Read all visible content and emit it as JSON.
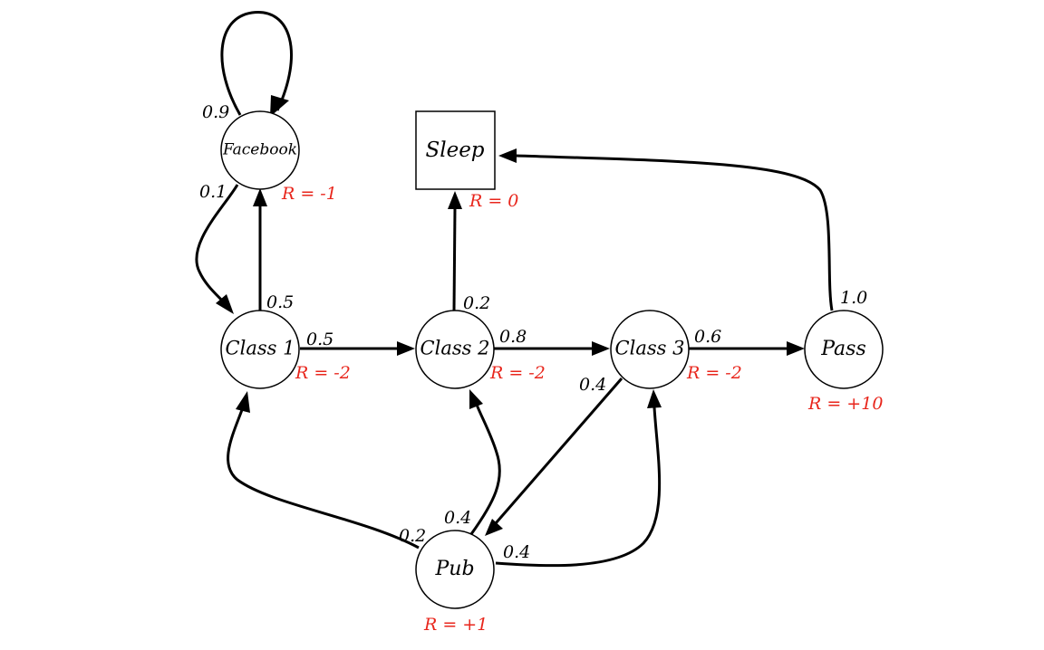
{
  "colors": {
    "reward": "#e8261c",
    "stroke": "#000000"
  },
  "nodes": {
    "facebook": {
      "label": "Facebook",
      "reward": "R = -1"
    },
    "sleep": {
      "label": "Sleep",
      "reward": "R = 0"
    },
    "class1": {
      "label": "Class 1",
      "reward": "R = -2"
    },
    "class2": {
      "label": "Class 2",
      "reward": "R = -2"
    },
    "class3": {
      "label": "Class 3",
      "reward": "R = -2"
    },
    "pass": {
      "label": "Pass",
      "reward": "R = +10"
    },
    "pub": {
      "label": "Pub",
      "reward": "R = +1"
    }
  },
  "edges": {
    "facebook_self": {
      "from": "Facebook",
      "to": "Facebook",
      "prob": "0.9"
    },
    "facebook_class1": {
      "from": "Facebook",
      "to": "Class 1",
      "prob": "0.1"
    },
    "class1_facebook": {
      "from": "Class 1",
      "to": "Facebook",
      "prob": "0.5"
    },
    "class1_class2": {
      "from": "Class 1",
      "to": "Class 2",
      "prob": "0.5"
    },
    "class2_sleep": {
      "from": "Class 2",
      "to": "Sleep",
      "prob": "0.2"
    },
    "class2_class3": {
      "from": "Class 2",
      "to": "Class 3",
      "prob": "0.8"
    },
    "class3_pass": {
      "from": "Class 3",
      "to": "Pass",
      "prob": "0.6"
    },
    "class3_pub": {
      "from": "Class 3",
      "to": "Pub",
      "prob": "0.4"
    },
    "pass_sleep": {
      "from": "Pass",
      "to": "Sleep",
      "prob": "1.0"
    },
    "pub_class1": {
      "from": "Pub",
      "to": "Class 1",
      "prob": "0.2"
    },
    "pub_class2": {
      "from": "Pub",
      "to": "Class 2",
      "prob": "0.4"
    },
    "pub_class3": {
      "from": "Pub",
      "to": "Class 3",
      "prob": "0.4"
    }
  }
}
